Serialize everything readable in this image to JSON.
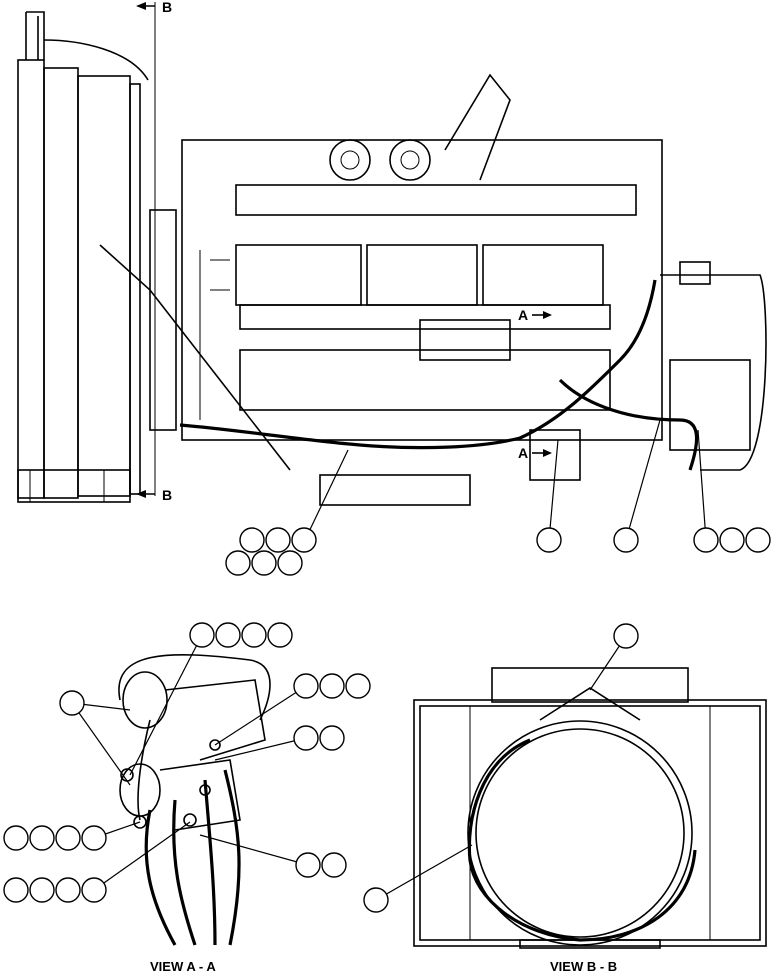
{
  "section_marker": "B",
  "view_marker": "A",
  "view_titles": {
    "view_a": "VIEW A - A",
    "view_b": "VIEW B - B"
  }
}
